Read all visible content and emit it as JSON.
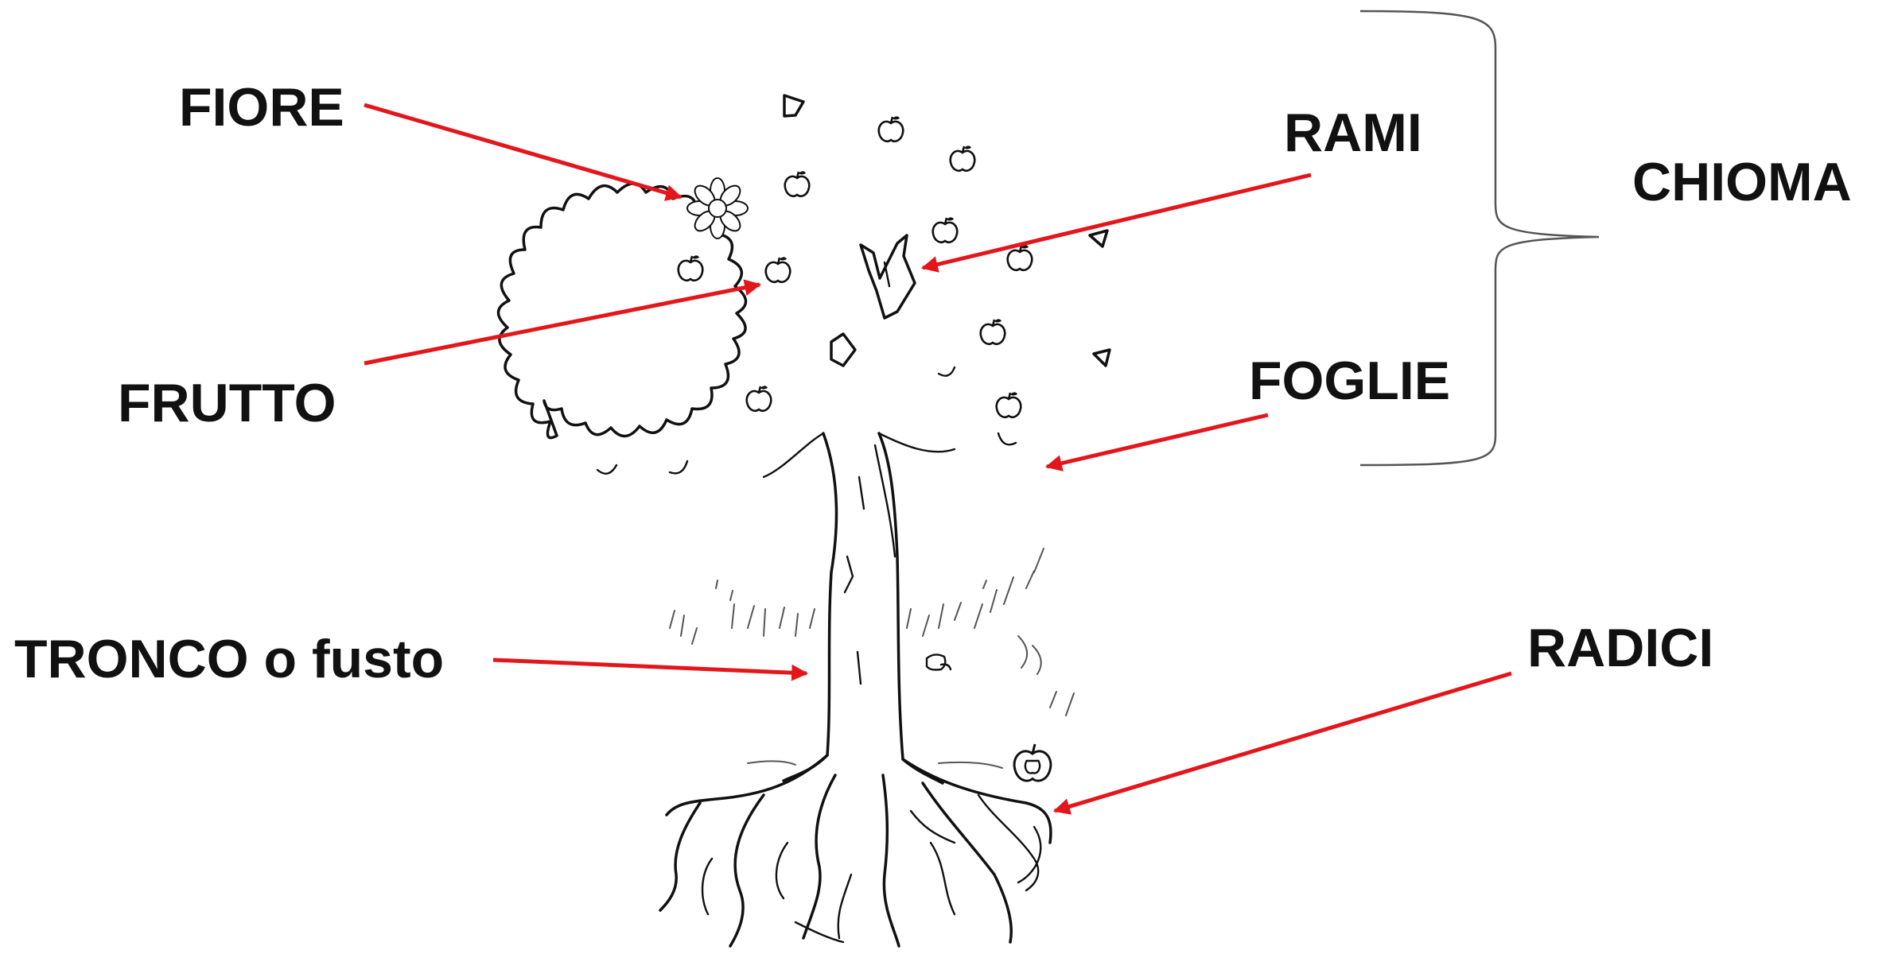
{
  "labels": {
    "fiore": "FIORE",
    "rami": "RAMI",
    "chioma": "CHIOMA",
    "frutto": "FRUTTO",
    "foglie": "FOGLIE",
    "tronco": "TRONCO o fusto",
    "radici": "RADICI"
  },
  "colors": {
    "arrow": "#e3161b",
    "ink": "#111111",
    "brace": "#555555"
  },
  "icons": [
    "tree-illustration",
    "flower-icon",
    "apple-icon",
    "leaf-icon",
    "brace-icon"
  ]
}
